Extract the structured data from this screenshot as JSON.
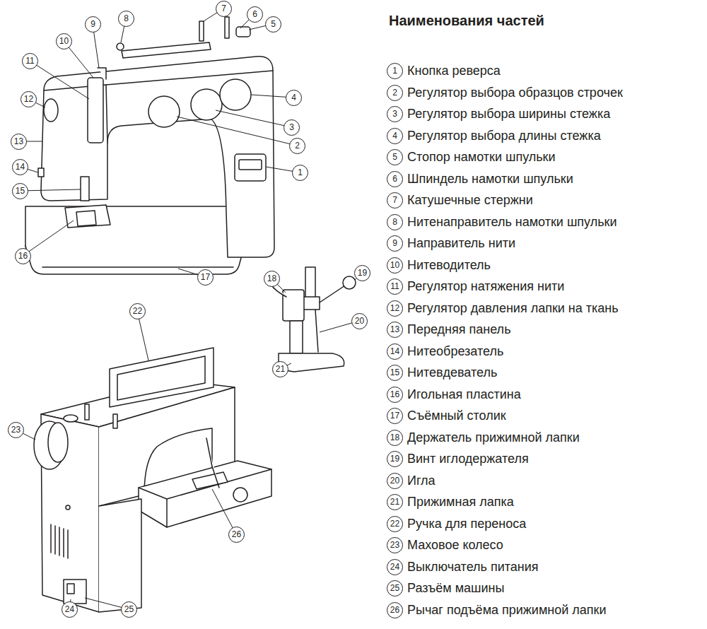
{
  "diagram": {
    "title": "Наименования частей",
    "labels": [
      "1",
      "2",
      "3",
      "4",
      "5",
      "6",
      "7",
      "8",
      "9",
      "10",
      "11",
      "12",
      "13",
      "14",
      "15",
      "16",
      "17",
      "18",
      "19",
      "20",
      "21",
      "22",
      "23",
      "24",
      "25",
      "26",
      "1",
      "Кнопка реверса",
      "2",
      "Регулятор выбора образцов строчек",
      "3",
      "Регулятор выбора ширины стежка",
      "4",
      "Регулятор выбора длины стежка",
      "5",
      "Стопор намотки шпульки",
      "6",
      "Шпиндель намотки шпульки",
      "7",
      "Катушечные стержни",
      "8",
      "Нитенаправитель намотки шпульки",
      "9",
      "Направитель нити",
      "10",
      "Нитеводитель",
      "11",
      "Регулятор натяжения нити",
      "12",
      "Регулятор давления лапки на ткань",
      "13",
      "Передняя панель",
      "14",
      "Нитеобрезатель",
      "15",
      "Нитевдеватель",
      "16",
      "Игольная пластина",
      "17",
      "Съёмный столик",
      "18",
      "Держатель прижимной лапки",
      "19",
      "Винт иглодержателя",
      "20",
      "Игла",
      "21",
      "Прижимная лапка",
      "22",
      "Ручка для переноса",
      "23",
      "Маховое колесо",
      "24",
      "Выключатель питания",
      "25",
      "Разъём машины",
      "26",
      "Рычаг подъёма прижимной лапки"
    ]
  }
}
